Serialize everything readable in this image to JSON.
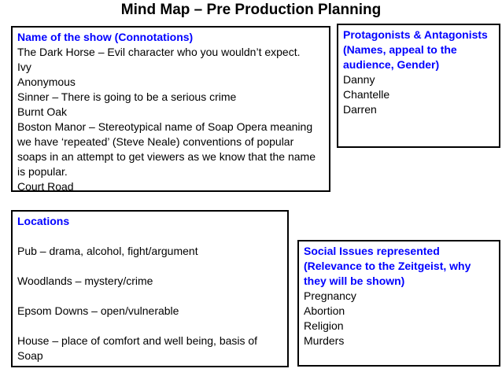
{
  "title": "Mind Map – Pre Production Planning",
  "colors": {
    "header_text": "#0000FF",
    "body_text": "#000000",
    "border": "#000000",
    "background": "#FFFFFF"
  },
  "boxes": {
    "show_name": {
      "header": "Name of the show (Connotations)",
      "lines": [
        "The Dark Horse – Evil character who you wouldn’t expect.",
        "Ivy",
        "Anonymous",
        "Sinner – There is going to be a serious crime",
        "Burnt Oak",
        "Boston Manor – Stereotypical name of Soap Opera meaning we have ‘repeated’ (Steve Neale) conventions of popular soaps in an attempt to get viewers as we know that the name is popular.",
        "Court Road"
      ]
    },
    "protagonists": {
      "header": "Protagonists & Antagonists (Names, appeal to the audience, Gender)",
      "lines": [
        "Danny",
        "Chantelle",
        "Darren"
      ]
    },
    "locations": {
      "header": "Locations",
      "lines": [
        "Pub – drama, alcohol, fight/argument",
        "Woodlands – mystery/crime",
        "Epsom Downs – open/vulnerable",
        "House – place of comfort and well being, basis of Soap"
      ]
    },
    "social_issues": {
      "header": "Social Issues represented (Relevance to the Zeitgeist, why they will be shown)",
      "lines": [
        "Pregnancy",
        "Abortion",
        "Religion",
        "Murders"
      ]
    }
  }
}
